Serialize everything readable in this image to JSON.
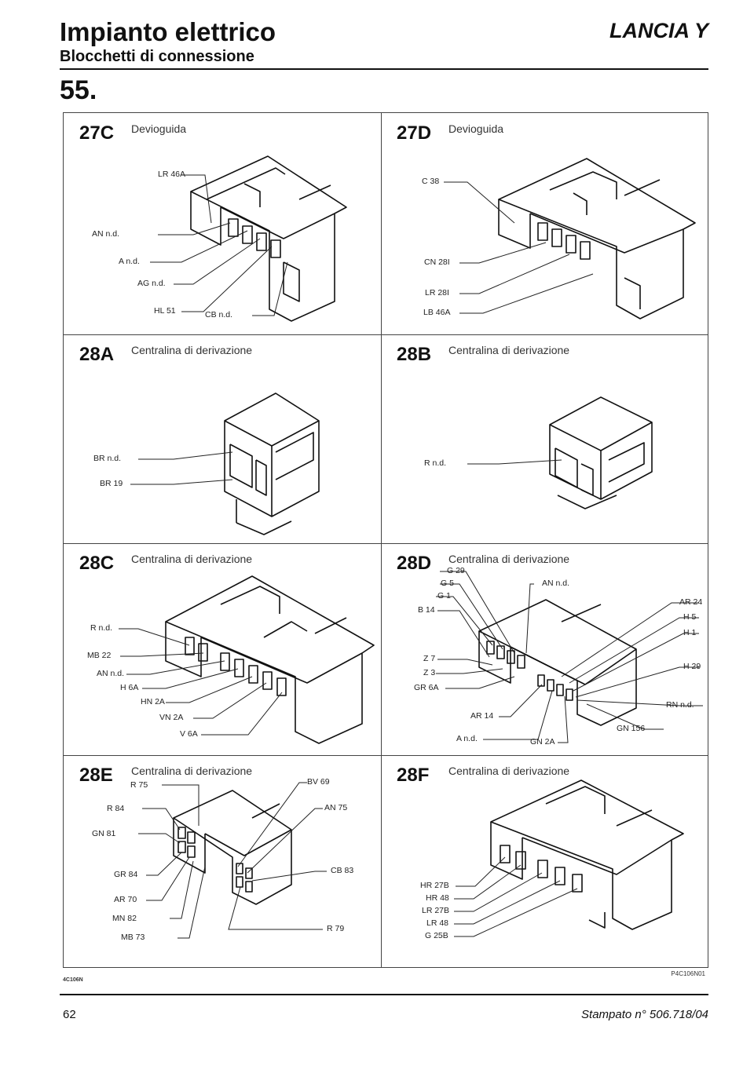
{
  "header": {
    "title": "Impianto elettrico",
    "subtitle": "Blocchetti di connessione",
    "brand": "LANCIA Y",
    "section": "55."
  },
  "cells": [
    {
      "code": "27C",
      "desc": "Devioguida",
      "labels": [
        "LR 46A",
        "AN n.d.",
        "A n.d.",
        "AG n.d.",
        "HL 51",
        "CB n.d."
      ]
    },
    {
      "code": "27D",
      "desc": "Devioguida",
      "labels": [
        "C 38",
        "CN 28I",
        "LR 28I",
        "LB 46A"
      ]
    },
    {
      "code": "28A",
      "desc": "Centralina di derivazione",
      "labels": [
        "BR n.d.",
        "BR 19"
      ]
    },
    {
      "code": "28B",
      "desc": "Centralina di derivazione",
      "labels": [
        "R n.d."
      ]
    },
    {
      "code": "28C",
      "desc": "Centralina di derivazione",
      "labels": [
        "R n.d.",
        "MB 22",
        "AN n.d.",
        "H 6A",
        "HN 2A",
        "VN 2A",
        "V 6A"
      ]
    },
    {
      "code": "28D",
      "desc": "Centralina di derivazione",
      "labels": [
        "G 29",
        "G 5",
        "G 1",
        "B 14",
        "Z 7",
        "Z 3",
        "GR 6A",
        "AR 14",
        "A n.d.",
        "GN 2A",
        "AN n.d.",
        "AR 24",
        "H 5",
        "H 1",
        "H 29",
        "RN n.d.",
        "GN 156"
      ]
    },
    {
      "code": "28E",
      "desc": "Centralina di derivazione",
      "labels": [
        "R 75",
        "R 84",
        "GN 81",
        "GR 84",
        "AR 70",
        "MN 82",
        "MB 73",
        "BV 69",
        "AN 75",
        "CB 83",
        "R 79"
      ]
    },
    {
      "code": "28F",
      "desc": "Centralina di derivazione",
      "labels": [
        "HR 27B",
        "HR 48",
        "LR 27B",
        "LR 48",
        "G 25B"
      ]
    }
  ],
  "figure_ref": "P4C106N01",
  "stamp_code": "4C106N",
  "footer": {
    "page": "62",
    "print_ref": "Stampato n° 506.718/04"
  }
}
